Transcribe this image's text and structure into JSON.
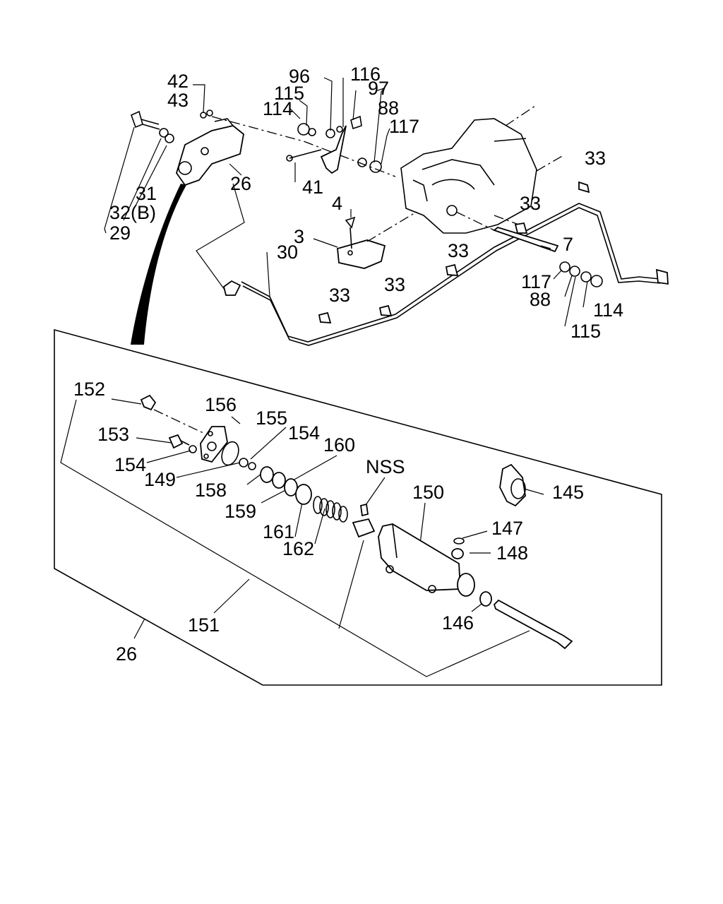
{
  "labels": {
    "p42": "42",
    "p43": "43",
    "p96": "96",
    "p116": "116",
    "p115a": "115",
    "p97": "97",
    "p114a": "114",
    "p88a": "88",
    "p117a": "117",
    "p33a": "33",
    "p26a": "26",
    "p31": "31",
    "p32b": "32(B)",
    "p29": "29",
    "p41": "41",
    "p4": "4",
    "p3": "3",
    "p30": "30",
    "p33b": "33",
    "p33c": "33",
    "p7": "7",
    "p33d": "33",
    "p33e": "33",
    "p117b": "117",
    "p88b": "88",
    "p114b": "114",
    "p115b": "115",
    "p152": "152",
    "p156": "156",
    "p155": "155",
    "p154a": "154",
    "p153": "153",
    "p154b": "154",
    "p149": "149",
    "p160": "160",
    "p158": "158",
    "p159": "159",
    "pNSS": "NSS",
    "p150": "150",
    "p145": "145",
    "p161": "161",
    "p162": "162",
    "p147": "147",
    "p148": "148",
    "p146": "146",
    "p151": "151",
    "p26b": "26"
  }
}
